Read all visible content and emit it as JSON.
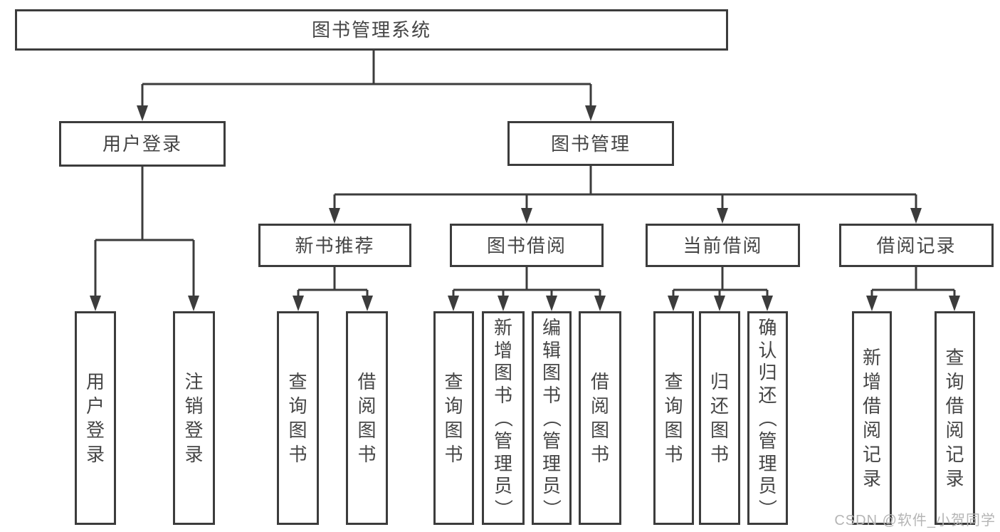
{
  "tree": {
    "label": "图书管理系统",
    "children": [
      {
        "label": "用户登录",
        "children": [
          {
            "label": "用户登录"
          },
          {
            "label": "注销登录"
          }
        ]
      },
      {
        "label": "图书管理",
        "children": [
          {
            "label": "新书推荐",
            "children": [
              {
                "label": "查询图书"
              },
              {
                "label": "借阅图书"
              }
            ]
          },
          {
            "label": "图书借阅",
            "children": [
              {
                "label": "查询图书"
              },
              {
                "label": "新增图书（管理员）"
              },
              {
                "label": "编辑图书（管理员）"
              },
              {
                "label": "借阅图书"
              }
            ]
          },
          {
            "label": "当前借阅",
            "children": [
              {
                "label": "查询图书"
              },
              {
                "label": "归还图书"
              },
              {
                "label": "确认归还（管理员）"
              }
            ]
          },
          {
            "label": "借阅记录",
            "children": [
              {
                "label": "新增借阅记录"
              },
              {
                "label": "查询借阅记录"
              }
            ]
          }
        ]
      }
    ]
  },
  "watermark": "CSDN @软件_小贺同学",
  "colors": {
    "line": "#3c3c3c",
    "text": "#454545",
    "watermark": "#b5b5b5",
    "background": "#ffffff"
  }
}
